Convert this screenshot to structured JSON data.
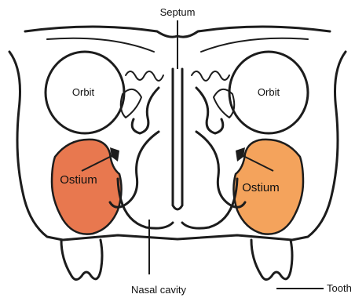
{
  "labels": {
    "septum": "Septum",
    "orbit_left": "Orbit",
    "orbit_right": "Orbit",
    "ostium_left": "Ostium",
    "ostium_right": "Ostium",
    "nasal_cavity": "Nasal cavity",
    "tooth": "Tooth"
  },
  "colors": {
    "sinus_left": "#e8784f",
    "sinus_right": "#f4a35c",
    "outline": "#1c1c1c",
    "background": "#ffffff"
  }
}
